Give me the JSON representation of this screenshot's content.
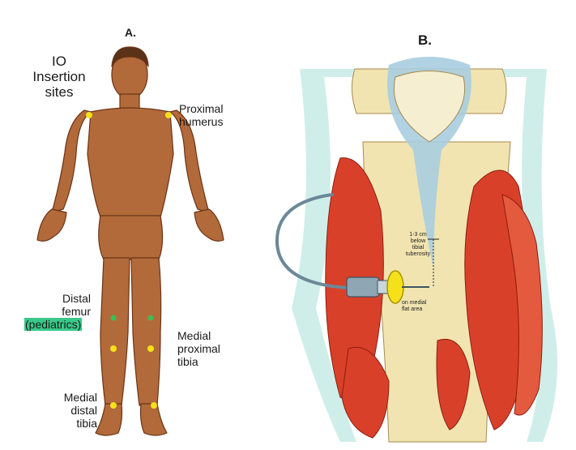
{
  "panel_a": {
    "letter": "A.",
    "title": "IO\nInsertion\nsites",
    "labels": {
      "proximal_humerus": "Proximal\nhumerus",
      "distal_femur": "Distal\nfemur",
      "pediatrics": "(pediatrics)",
      "medial_proximal_tibia": "Medial\nproximal\ntibia",
      "medial_distal_tibia": "Medial\ndistal\ntibia"
    }
  },
  "panel_b": {
    "letter": "B.",
    "labels": {
      "below_tuberosity": "1-3 cm\nbelow\ntibial\ntuberosity",
      "medial_flat": "on medial\nflat area"
    }
  },
  "colors": {
    "skin": "#b26a3a",
    "skin_dark": "#7a4020",
    "site_yellow": "#f5e11a",
    "site_green": "#3bbd54",
    "highlight": "#39c98a",
    "muscle": "#d9402a",
    "bone": "#f1e4b0",
    "ligament": "#a9cde0",
    "background_tint": "#cfeeea"
  }
}
